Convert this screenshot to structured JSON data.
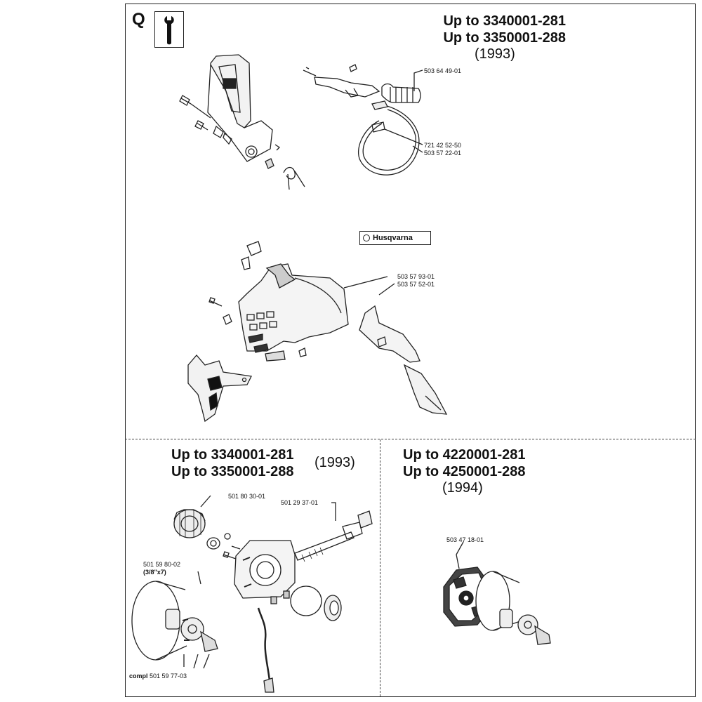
{
  "section": {
    "letter": "Q",
    "icon": "wrench-icon"
  },
  "top": {
    "head_line1": "Up to 3340001-281",
    "head_line2": "Up to 3350001-288",
    "year": "(1993)",
    "parts": {
      "p1": "503 64 49-01",
      "p2": "721 42 52-50",
      "p3": "503 57 22-01",
      "p4": "503 57 93-01",
      "p5": "503 57 52-01"
    },
    "logo_text": "Husqvarna"
  },
  "bottom_left": {
    "head_line1": "Up to 3340001-281",
    "head_line2": "Up to 3350001-288",
    "year": "(1993)",
    "parts": {
      "p1": "501 80 30-01",
      "p2": "501 29 37-01",
      "p3": "501 59 80-02",
      "p3_note": "(3/8\"x7)",
      "p4_prefix": "compl",
      "p4": "501 59 77-03"
    }
  },
  "bottom_right": {
    "head_line1": "Up to 4220001-281",
    "head_line2": "Up to 4250001-288",
    "year": "(1994)",
    "parts": {
      "p1": "503 47 18-01"
    }
  }
}
